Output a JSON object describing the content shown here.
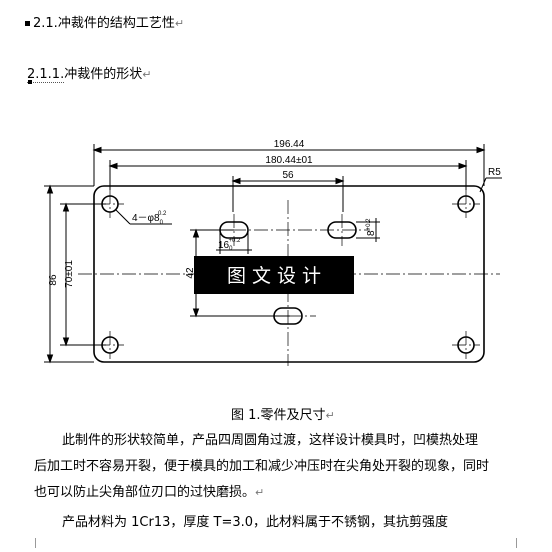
{
  "heading1": {
    "number": "2.1.",
    "text": "冲裁件的结构工艺性",
    "mark": "↵"
  },
  "heading2": {
    "number": "2.1.1.",
    "text": "冲裁件的形状",
    "mark": "↵"
  },
  "drawing": {
    "dim_total_width": "196.44",
    "dim_hole_span": "180.44±01",
    "dim_slot_span": "56",
    "dim_corner_radius": "R5",
    "dim_holes": "4－φ8",
    "dim_holes_tol": "0.2",
    "dim_holes_tol_low": "0",
    "dim_slot_width": "16",
    "dim_slot_width_tol": "+0.2",
    "dim_slot_width_tol_low": "0",
    "dim_slot_height": "8",
    "dim_slot_height_tol": "+0.2",
    "dim_height": "86",
    "dim_hole_vspan": "70±01",
    "dim_slot_vspan": "42",
    "watermark": "图 文 设 计",
    "end_mark": "↵"
  },
  "caption": {
    "text": "图 1.零件及尺寸",
    "mark": "↵"
  },
  "body_lines": [
    "此制件的形状较简单，产品四周圆角过渡，这样设计模具时，凹模热处理",
    "后加工时不容易开裂，便于模具的加工和减少冲压时在尖角处开裂的现象，同时",
    "也可以防止尖角部位刃口的过快磨损。",
    "产品材料为 1Cr13，厚度 T=3.0，此材料属于不锈钢，其抗剪强度"
  ],
  "body_line3_mark": "↵"
}
